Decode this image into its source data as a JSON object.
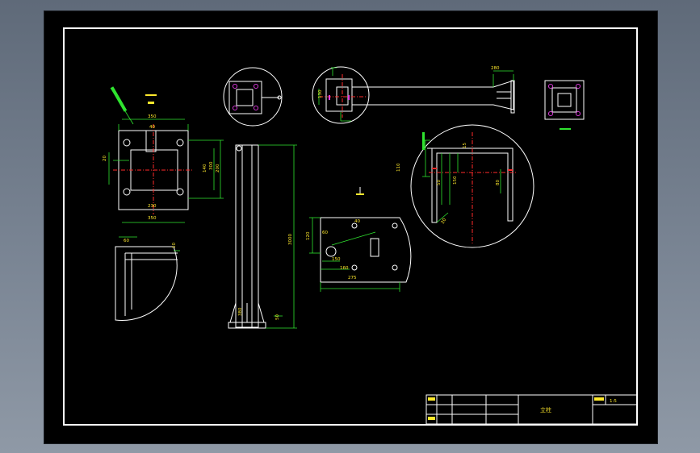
{
  "dims": {
    "top_bracket": "280",
    "bracket_left": "130",
    "plate_a": "350",
    "plate_b": "40",
    "plate_c": "20",
    "plate_d": "230",
    "plate_e": "300",
    "plate_f": "140",
    "plate_g": "200",
    "plate_h": "350",
    "section_w": "15",
    "section_h": "110",
    "section_a": "50",
    "section_b": "150",
    "section_c": "80",
    "section_d": "20",
    "arm_a": "60",
    "arm_b": "40",
    "arm_c": "120",
    "arm_d": "150",
    "arm_e": "160",
    "arm_f": "275",
    "post_height": "3000",
    "post_base": "380",
    "post_foot": "50",
    "corner_a": "60",
    "corner_b": "10"
  },
  "title_block": {
    "drawing_name": "立柱",
    "scale": "1:5"
  }
}
